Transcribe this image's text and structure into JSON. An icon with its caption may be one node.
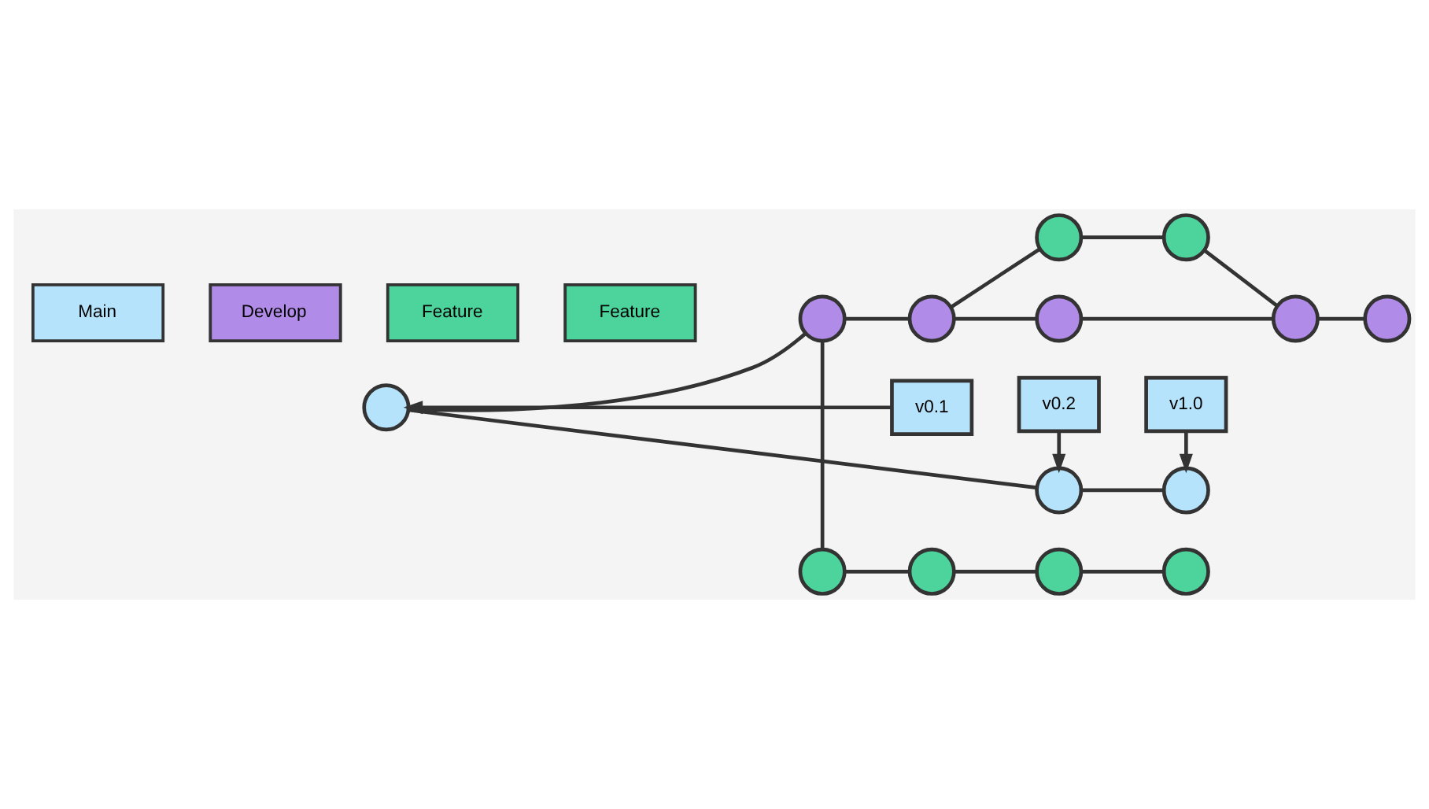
{
  "diagram": {
    "nodes": [
      {
        "text": [
          "v0.1"
        ]
      },
      {
        "text": [
          "v0.2"
        ]
      },
      {
        "text": [
          "v1.0"
        ]
      },
      {
        "text": [],
        "shape": "circle"
      },
      {
        "text": [],
        "shape": "circle"
      },
      {
        "text": [],
        "shape": "circle"
      },
      {
        "text": [],
        "shape": "circle"
      },
      {
        "text": [],
        "shape": "circle"
      },
      {
        "text": [],
        "shape": "circle"
      },
      {
        "text": [],
        "shape": "circle"
      },
      {
        "text": [],
        "shape": "circle"
      },
      {
        "text": [],
        "shape": "circle"
      },
      {
        "text": [],
        "shape": "circle"
      },
      {
        "text": [],
        "shape": "circle"
      },
      {
        "text": [],
        "shape": "circle"
      },
      {
        "text": [],
        "shape": "circle"
      },
      {
        "text": [],
        "shape": "circle"
      }
    ],
    "edges": [
      {
        "from": 0,
        "to": 3,
        "arrow": "to"
      },
      {
        "from": 1,
        "to": 4,
        "arrow": "to"
      },
      {
        "from": 2,
        "to": 5,
        "arrow": "to"
      },
      {
        "from": 3,
        "to": 4,
        "arrow": "none"
      },
      {
        "from": 4,
        "to": 5,
        "arrow": "none"
      },
      {
        "from": 3,
        "to": 6,
        "arrow": "none"
      },
      {
        "from": 6,
        "to": 7,
        "arrow": "none"
      },
      {
        "from": 7,
        "to": 8,
        "arrow": "none"
      },
      {
        "from": 8,
        "to": 9,
        "arrow": "none"
      },
      {
        "from": 9,
        "to": 10,
        "arrow": "none"
      },
      {
        "from": 7,
        "to": 11,
        "arrow": "none"
      },
      {
        "from": 11,
        "to": 12,
        "arrow": "none"
      },
      {
        "from": 12,
        "to": 9,
        "arrow": "none"
      },
      {
        "from": 6,
        "to": 13,
        "arrow": "none"
      },
      {
        "from": 13,
        "to": 14,
        "arrow": "none"
      },
      {
        "from": 14,
        "to": 15,
        "arrow": "none"
      },
      {
        "from": 15,
        "to": 16,
        "arrow": "none"
      }
    ],
    "legend": [
      {
        "text": "Main",
        "color": "#b5e3fb"
      },
      {
        "text": "Develop",
        "color": "#b18be8"
      },
      {
        "text": "Feature",
        "color": "#4dd49c"
      },
      {
        "text": "Feature",
        "color": "#4dd49c"
      }
    ]
  }
}
